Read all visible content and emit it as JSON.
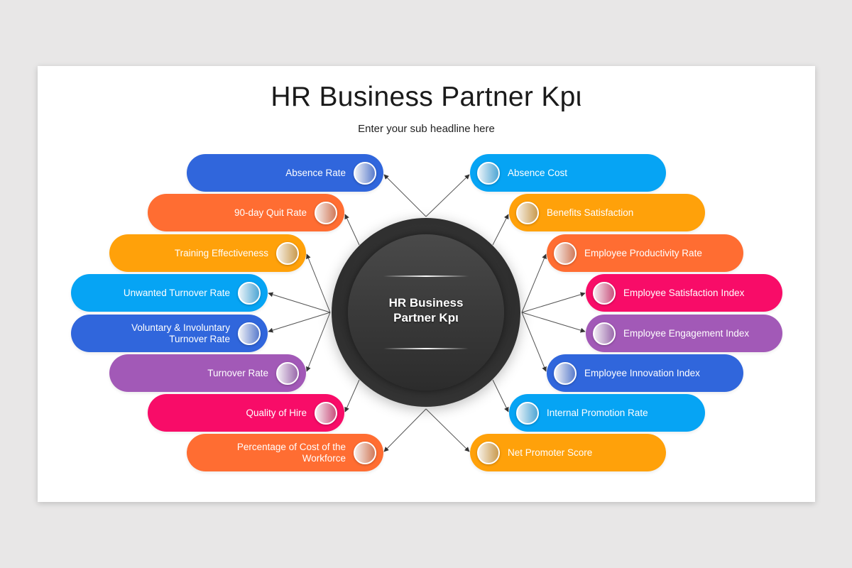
{
  "slide": {
    "title": "HR Business Partner Kpι",
    "subtitle": "Enter your sub headline here"
  },
  "hub": {
    "label": "HR Business\nPartner Kpι"
  },
  "colors": {
    "blue": "#3066DC",
    "orange": "#FF6D32",
    "amber": "#FFA10A",
    "cyan": "#06A4F4",
    "purple": "#A259B7",
    "pink": "#F80C68",
    "hub_dark": "#333333",
    "background": "#E8E7E7"
  },
  "left_items": [
    {
      "label": "Absence  Rate",
      "color": "#3066DC"
    },
    {
      "label": "90-day Quit Rate",
      "color": "#FF6D32"
    },
    {
      "label": "Training Effectiveness",
      "color": "#FFA10A"
    },
    {
      "label": "Unwanted Turnover Rate",
      "color": "#06A4F4"
    },
    {
      "label": "Voluntary & Involuntary\nTurnover Rate",
      "color": "#3066DC"
    },
    {
      "label": "Turnover Rate",
      "color": "#A259B7"
    },
    {
      "label": "Quality of Hire",
      "color": "#F80C68"
    },
    {
      "label": "Percentage  of Cost of the\nWorkforce",
      "color": "#FF6D32"
    }
  ],
  "right_items": [
    {
      "label": "Absence  Cost",
      "color": "#06A4F4"
    },
    {
      "label": "Benefits Satisfaction",
      "color": "#FFA10A"
    },
    {
      "label": "Employee Productivity Rate",
      "color": "#FF6D32"
    },
    {
      "label": "Employee Satisfaction Index",
      "color": "#F80C68"
    },
    {
      "label": "Employee Engagement  Index",
      "color": "#A259B7"
    },
    {
      "label": "Employee Innovation Index",
      "color": "#3066DC"
    },
    {
      "label": "Internal Promotion Rate",
      "color": "#06A4F4"
    },
    {
      "label": "Net Promoter Score",
      "color": "#FFA10A"
    }
  ]
}
